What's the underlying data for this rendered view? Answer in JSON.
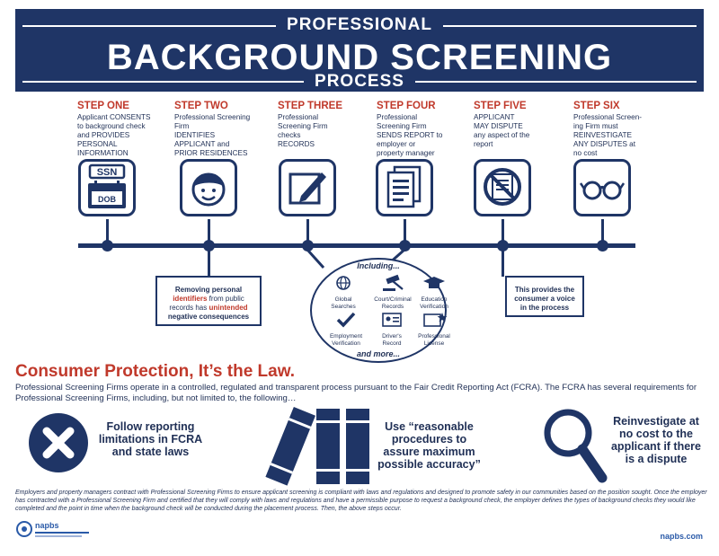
{
  "banner": {
    "top": "PROFESSIONAL",
    "main": "BACKGROUND SCREENING",
    "bottom": "PROCESS"
  },
  "steps": [
    {
      "title": "STEP ONE",
      "lines": [
        "Applicant CONSENTS",
        "to background check",
        "and PROVIDES",
        "PERSONAL",
        "INFORMATION"
      ]
    },
    {
      "title": "STEP TWO",
      "lines": [
        "Professional Screening",
        "Firm",
        "IDENTIFIES",
        "APPLICANT and",
        "PRIOR RESIDENCES"
      ]
    },
    {
      "title": "STEP THREE",
      "lines": [
        "Professional",
        "Screening Firm",
        "checks",
        "RECORDS"
      ]
    },
    {
      "title": "STEP FOUR",
      "lines": [
        "Professional",
        "Screening Firm",
        "SENDS REPORT to",
        "employer or",
        "property manager"
      ]
    },
    {
      "title": "STEP FIVE",
      "lines": [
        "APPLICANT",
        "MAY DISPUTE",
        "any aspect of the",
        "report"
      ]
    },
    {
      "title": "STEP SIX",
      "lines": [
        "Professional Screen-",
        "ing Firm must",
        "REINVESTIGATE",
        "ANY DISPUTES at",
        "no cost"
      ]
    }
  ],
  "icons": {
    "ssn": "SSN",
    "dob": "DOB"
  },
  "callouts": {
    "left_a": "Removing personal",
    "left_b": "identifiers",
    "left_c": " from public",
    "left_d": "records has ",
    "left_e": "unintended",
    "left_f": "negative consequences",
    "right": "This provides the consumer a voice in the process"
  },
  "including": {
    "head": "Including...",
    "items": [
      {
        "label": "Global\nSearches"
      },
      {
        "label": "Court/Criminal\nRecords"
      },
      {
        "label": "Education\nVerification"
      },
      {
        "label": "Employment\nVerification"
      },
      {
        "label": "Driver's\nRecord"
      },
      {
        "label": "Professional\nLicense"
      }
    ],
    "more": "and more..."
  },
  "consumer": {
    "title": "Consumer Protection, It’s the Law.",
    "body": "Professional Screening Firms operate in a controlled, regulated and transparent process pursuant to the Fair Credit Reporting Act (FCRA). The FCRA has several requirements for Professional Screening Firms, including, but not limited to, the following…"
  },
  "rules": [
    "Follow reporting limitations in FCRA and state laws",
    "Use “reasonable procedures to assure maximum possible accuracy”",
    "Reinvestigate at no cost to the applicant if there is a dispute"
  ],
  "footer": "Employers and property managers contract with Professional Screening Firms to ensure applicant screening is compliant with laws and regulations and designed to promote safety in our communities based on the position sought. Once the employer has contracted with a Professional Screening Firm and certified that they will comply with laws and regulations and have a permissible purpose to request a background check, the employer defines the types of background checks they would like completed and the point in time when the background check will be conducted during the placement process. Then, the above steps occur.",
  "logo": "napbs",
  "site": "napbs.com",
  "colors": {
    "navy": "#1f3566",
    "red": "#c0392b",
    "blue": "#2a5aa8"
  }
}
